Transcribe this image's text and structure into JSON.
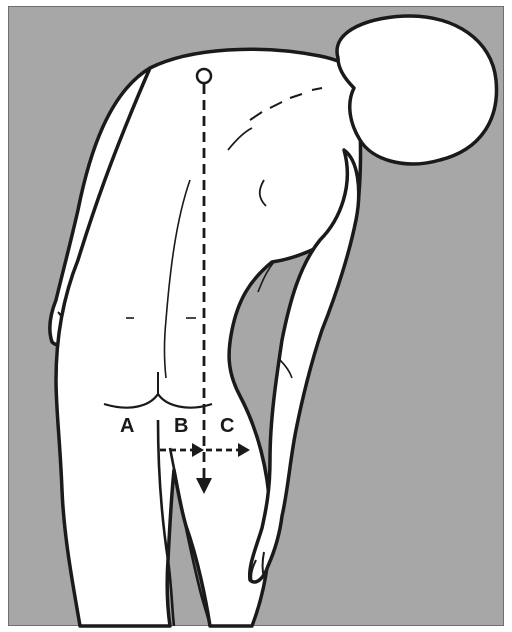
{
  "figure": {
    "labels": {
      "a": "A",
      "b": "B",
      "c": "C"
    },
    "colors": {
      "background": "#a7a7a7",
      "body": "#ffffff",
      "ink": "#1a1a1a"
    }
  }
}
